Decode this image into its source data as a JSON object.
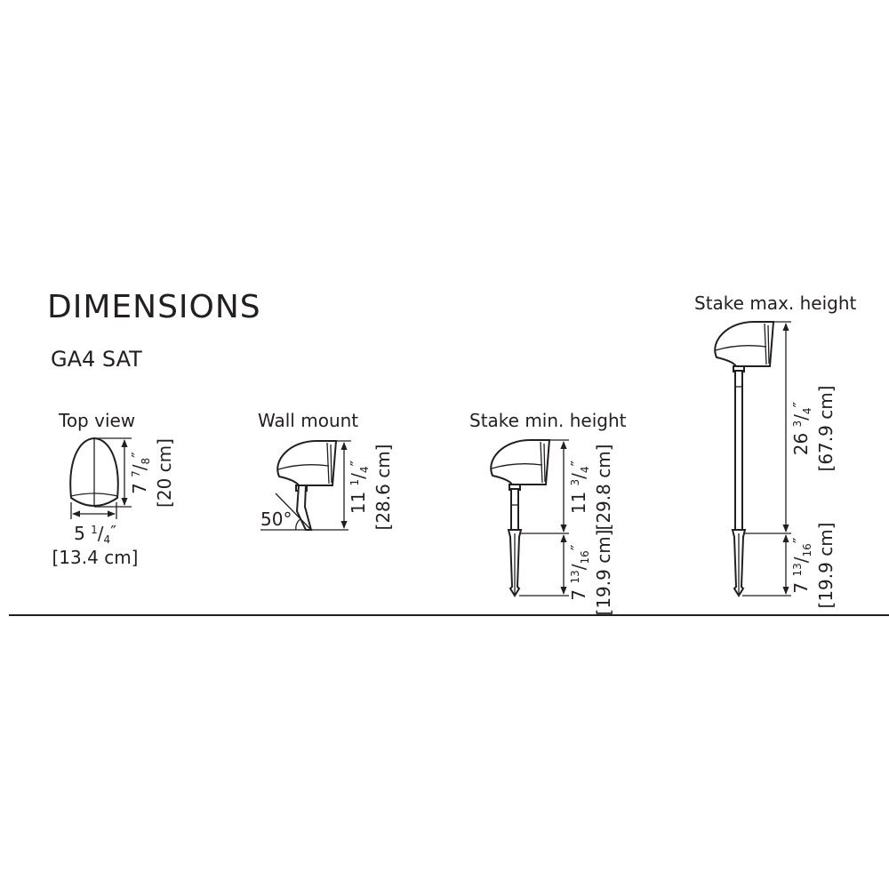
{
  "title": "DIMENSIONS",
  "model": "GA4 SAT",
  "colors": {
    "ink": "#231f20",
    "background": "#ffffff"
  },
  "views": {
    "top_view": {
      "label": "Top view",
      "depth": {
        "whole": "7",
        "num": "7",
        "den": "8",
        "unit": "″",
        "metric": "[20 cm]"
      },
      "width": {
        "whole": "5",
        "num": "1",
        "den": "4",
        "unit": "″",
        "metric": "[13.4 cm]"
      }
    },
    "wall_mount": {
      "label": "Wall mount",
      "angle": "50°",
      "height": {
        "whole": "11",
        "num": "1",
        "den": "4",
        "unit": "″",
        "metric": "[28.6 cm]"
      }
    },
    "stake_min": {
      "label": "Stake min. height",
      "above": {
        "whole": "11",
        "num": "3",
        "den": "4",
        "unit": "″",
        "metric": "[29.8 cm]"
      },
      "below": {
        "whole": "7",
        "num": "13",
        "den": "16",
        "unit": "″",
        "metric": "[19.9 cm]"
      }
    },
    "stake_max": {
      "label": "Stake max. height",
      "above": {
        "whole": "26",
        "num": "3",
        "den": "4",
        "unit": "″",
        "metric": "[67.9 cm]"
      },
      "below": {
        "whole": "7",
        "num": "13",
        "den": "16",
        "unit": "″",
        "metric": "[19.9 cm]"
      }
    }
  }
}
